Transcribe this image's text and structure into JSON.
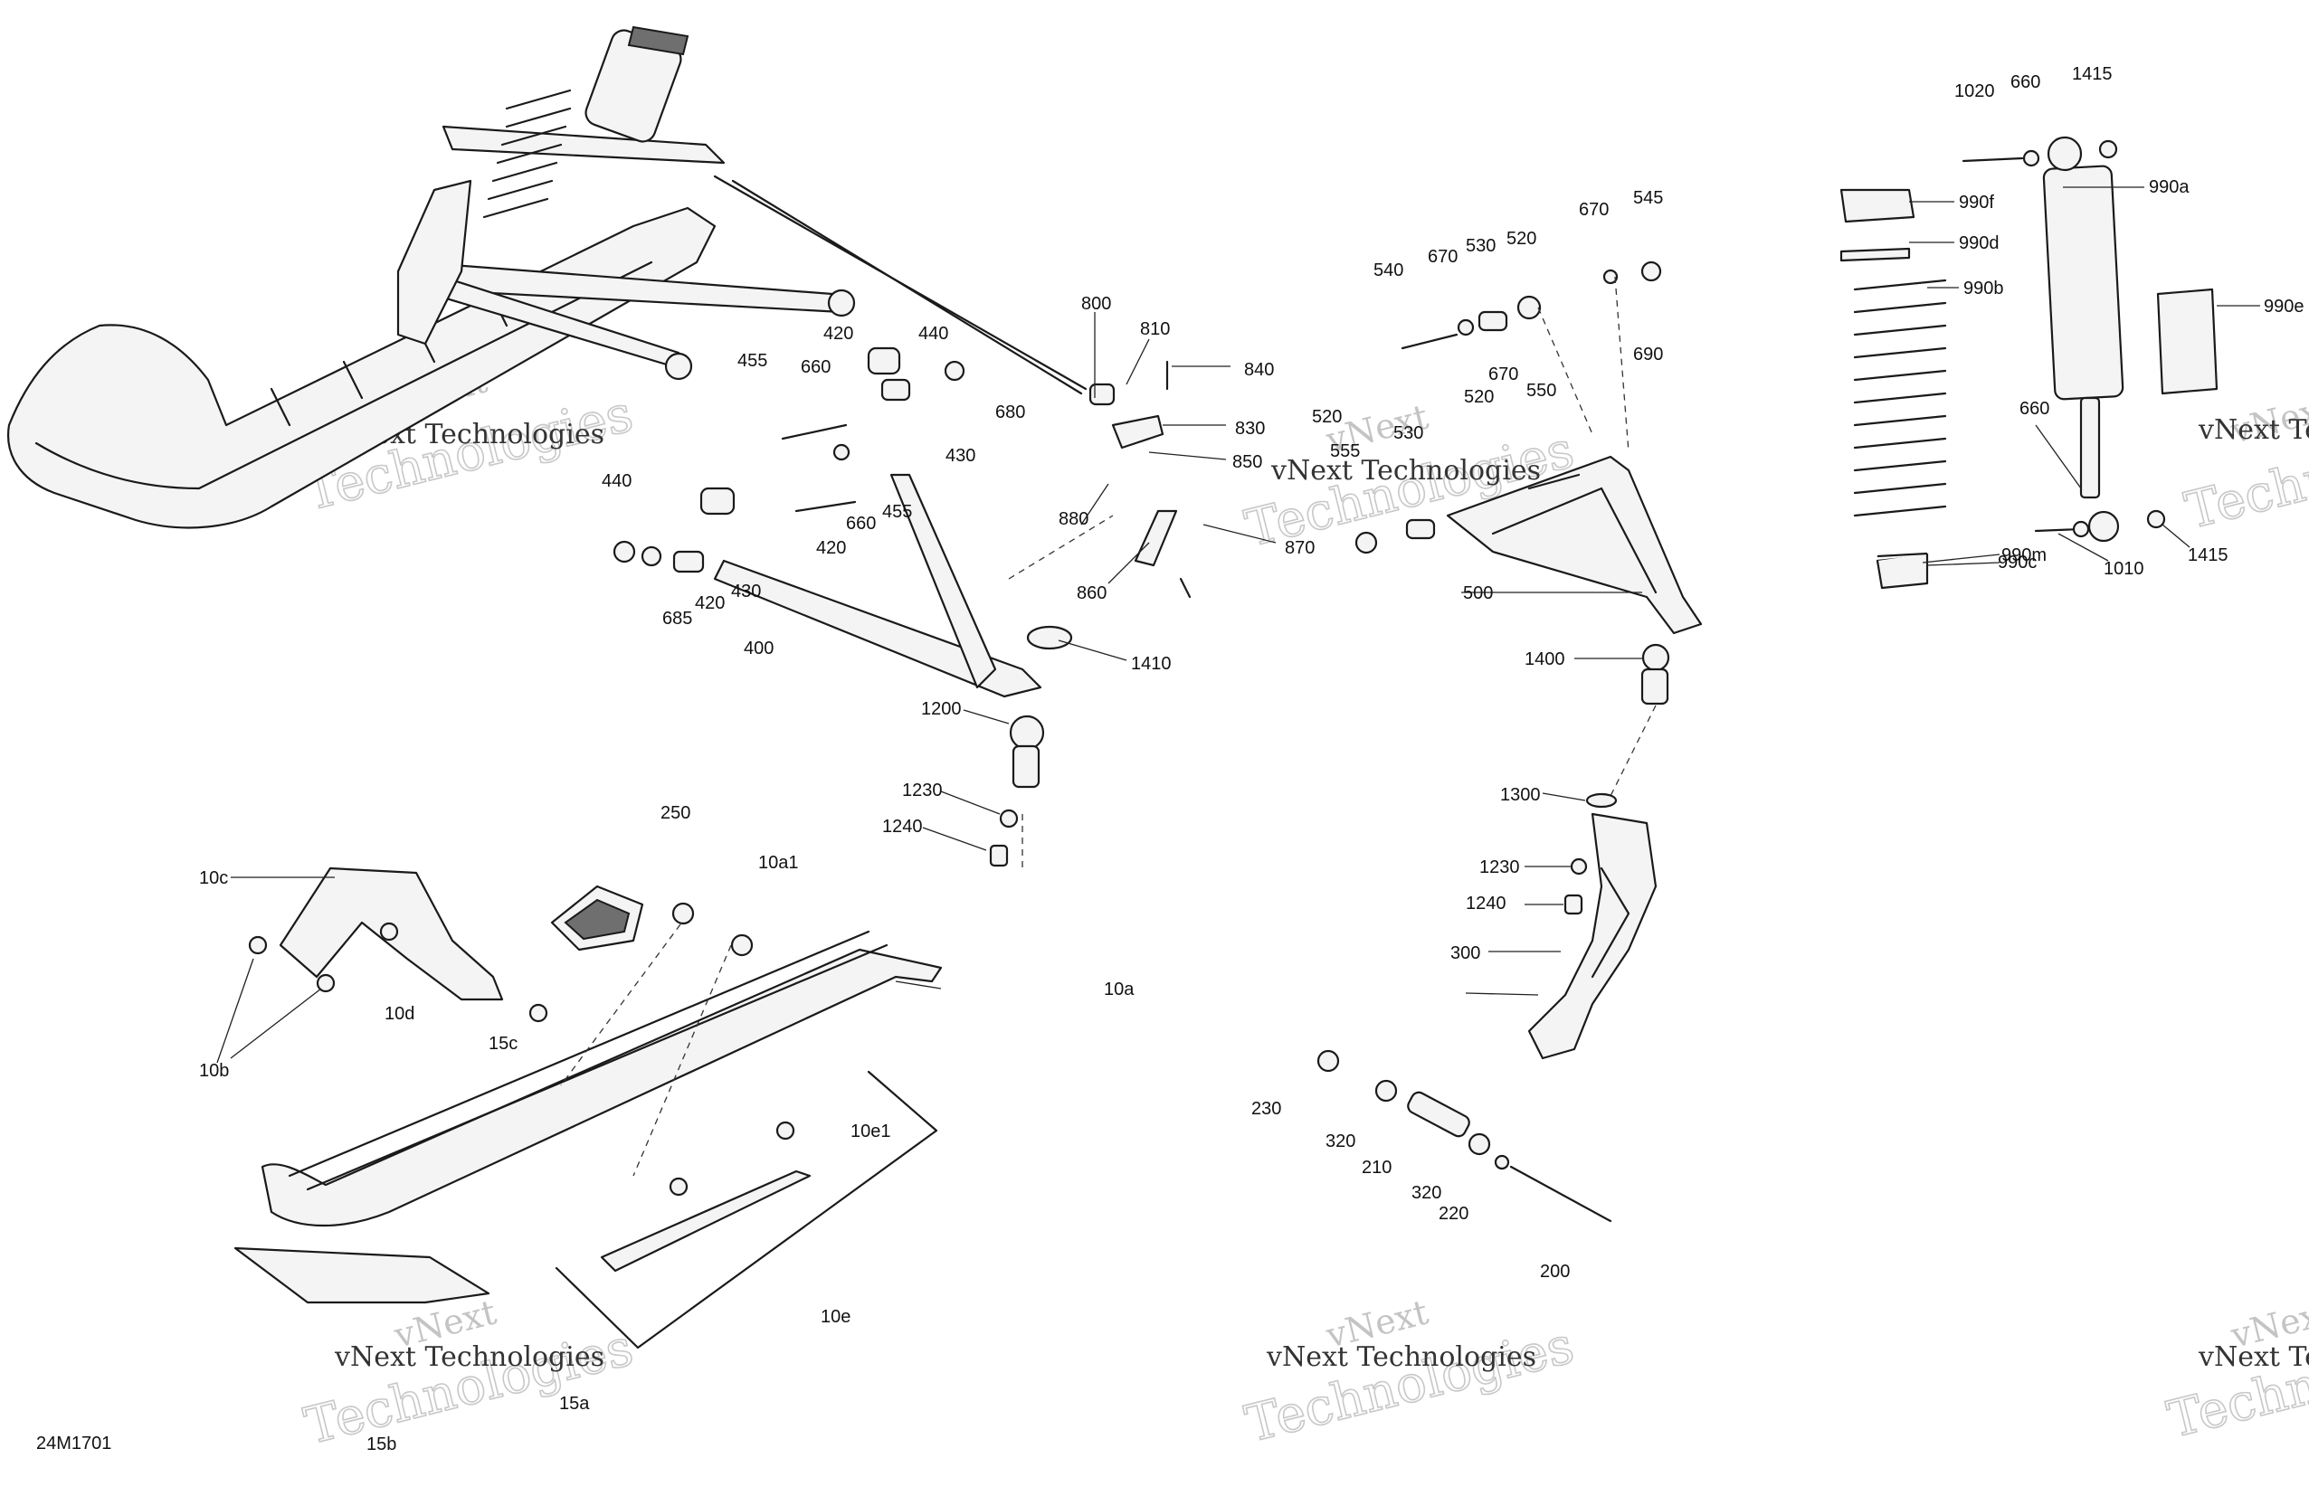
{
  "drawing_id": "24M1701",
  "watermark": {
    "line1": "vNext",
    "line2": "vNext Technologies",
    "line3": "Technologies"
  },
  "part_labels": [
    "800",
    "810",
    "840",
    "830",
    "850",
    "870",
    "860",
    "880",
    "455",
    "660",
    "420",
    "440",
    "680",
    "430",
    "440",
    "455",
    "660",
    "420",
    "685",
    "420",
    "430",
    "400",
    "1410",
    "1200",
    "1230",
    "1240",
    "250",
    "10a1",
    "10c",
    "10b",
    "10d",
    "10a",
    "15c",
    "10e1",
    "10e",
    "15b",
    "15a",
    "540",
    "670",
    "530",
    "520",
    "670",
    "545",
    "690",
    "670",
    "520",
    "550",
    "530",
    "555",
    "520",
    "500",
    "1400",
    "1300",
    "1230",
    "1240",
    "300",
    "230",
    "320",
    "210",
    "320",
    "220",
    "200",
    "1020",
    "660",
    "1415",
    "990a",
    "990f",
    "990d",
    "990b",
    "990e",
    "660",
    "990m",
    "990c",
    "1010",
    "1415"
  ]
}
